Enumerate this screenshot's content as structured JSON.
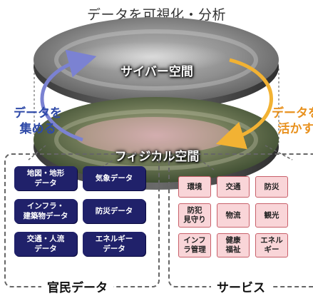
{
  "title": "データを可視化・分析",
  "left_label": [
    "データを",
    "集める"
  ],
  "right_label": [
    "データを",
    "活かす"
  ],
  "cyber_label": "サイバー空間",
  "physical_label": "フィジカル空間",
  "public_private_data": {
    "label": "官民データ",
    "items": [
      [
        "地図・地形",
        "データ"
      ],
      [
        "気象データ"
      ],
      [
        "インフラ・",
        "建築物データ"
      ],
      [
        "防災データ"
      ],
      [
        "交通・人流",
        "データ"
      ],
      [
        "エネルギー",
        "データ"
      ]
    ]
  },
  "services": {
    "label": "サービス",
    "items": [
      [
        "環境"
      ],
      [
        "交通"
      ],
      [
        "防災"
      ],
      [
        "防犯",
        "見守り"
      ],
      [
        "物流"
      ],
      [
        "観光"
      ],
      [
        "インフ",
        "ラ管理"
      ],
      [
        "健康",
        "福祉"
      ],
      [
        "エネル",
        "ギー"
      ]
    ]
  },
  "colors": {
    "chip_bg": "#20216a",
    "service_bg": "#f9d5d8",
    "service_border": "#c8606a",
    "left_arrow": "#7b82d2",
    "right_arrow": "#f2b233",
    "left_label": "#2f4aa8",
    "right_label": "#e8911e"
  }
}
